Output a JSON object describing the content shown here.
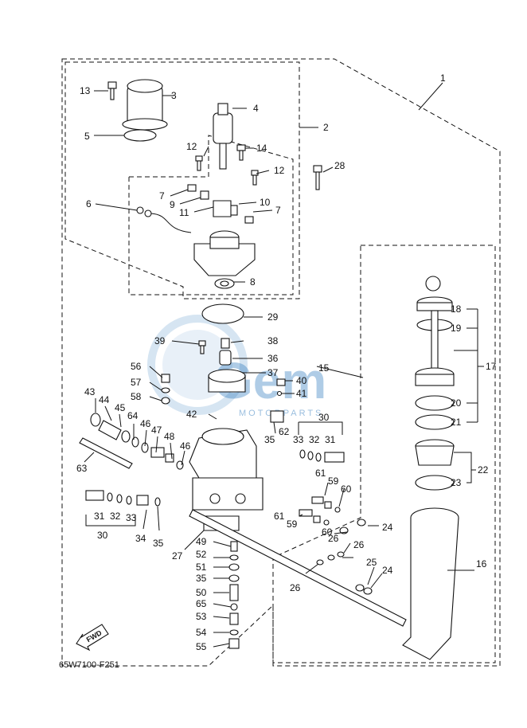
{
  "diagram": {
    "drawing_code": "65W7100-F251",
    "forward_label": "FWD",
    "watermark_text": "Gem",
    "watermark_subtext": "MOTORPARTS",
    "callouts": {
      "c1": "1",
      "c2": "2",
      "c3": "3",
      "c4": "4",
      "c5": "5",
      "c6": "6",
      "c7a": "7",
      "c7b": "7",
      "c8": "8",
      "c9": "9",
      "c10": "10",
      "c11": "11",
      "c12a": "12",
      "c12b": "12",
      "c13": "13",
      "c14": "14",
      "c15": "15",
      "c16": "16",
      "c17": "17",
      "c18": "18",
      "c19": "19",
      "c20": "20",
      "c21": "21",
      "c22": "22",
      "c23": "23",
      "c24a": "24",
      "c24b": "24",
      "c25": "25",
      "c26a": "26",
      "c26b": "26",
      "c26c": "26",
      "c27": "27",
      "c28": "28",
      "c29": "29",
      "c30a": "30",
      "c30b": "30",
      "c31a": "31",
      "c31b": "31",
      "c32a": "32",
      "c32b": "32",
      "c33a": "33",
      "c33b": "33",
      "c34": "34",
      "c35a": "35",
      "c35b": "35",
      "c35c": "35",
      "c36": "36",
      "c37": "37",
      "c38": "38",
      "c39": "39",
      "c40": "40",
      "c41": "41",
      "c42": "42",
      "c43": "43",
      "c44": "44",
      "c45": "45",
      "c46a": "46",
      "c46b": "46",
      "c47": "47",
      "c48": "48",
      "c49": "49",
      "c50": "50",
      "c51": "51",
      "c52": "52",
      "c53": "53",
      "c54": "54",
      "c55": "55",
      "c56": "56",
      "c57": "57",
      "c58": "58",
      "c59a": "59",
      "c59b": "59",
      "c60a": "60",
      "c60b": "60",
      "c61a": "61",
      "c61b": "61",
      "c62": "62",
      "c63": "63",
      "c64": "64",
      "c65": "65"
    },
    "colors": {
      "line": "#111111",
      "watermark": "#1e6fb8"
    }
  }
}
